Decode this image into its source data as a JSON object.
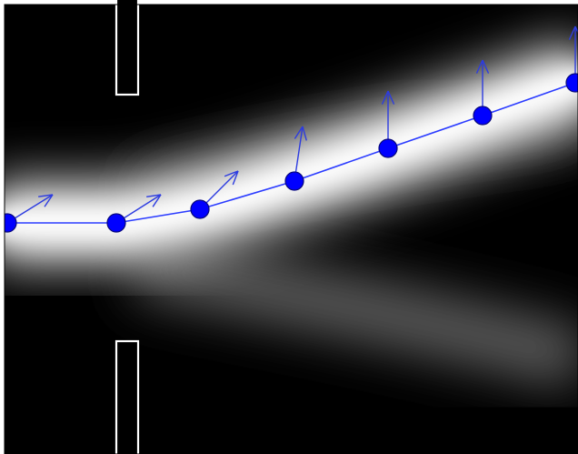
{
  "figure": {
    "kind": "wave-intensity-diagram",
    "colors": {
      "background": "#000000",
      "beam_core": "#ffffff",
      "beam_glow": "#d9d9d9",
      "secondary_lobe": "#5a5a5a",
      "aperture_outline": "#ffffff",
      "ray_path": "#2b3cff",
      "point_fill": "#0000ff",
      "point_stroke": "#0a0a7a",
      "arrow": "#2d3ce0",
      "frame": "#000000"
    },
    "icons": {
      "point": "circle-marker",
      "direction": "open-arrow"
    },
    "point_count": 7,
    "arrow_count": 7
  }
}
